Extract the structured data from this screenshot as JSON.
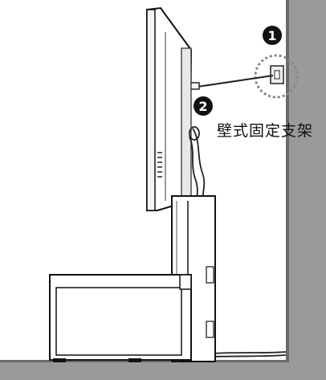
{
  "callouts": {
    "marker_1": "1",
    "marker_2": "2",
    "bracket_label": "壁式固定支架"
  }
}
